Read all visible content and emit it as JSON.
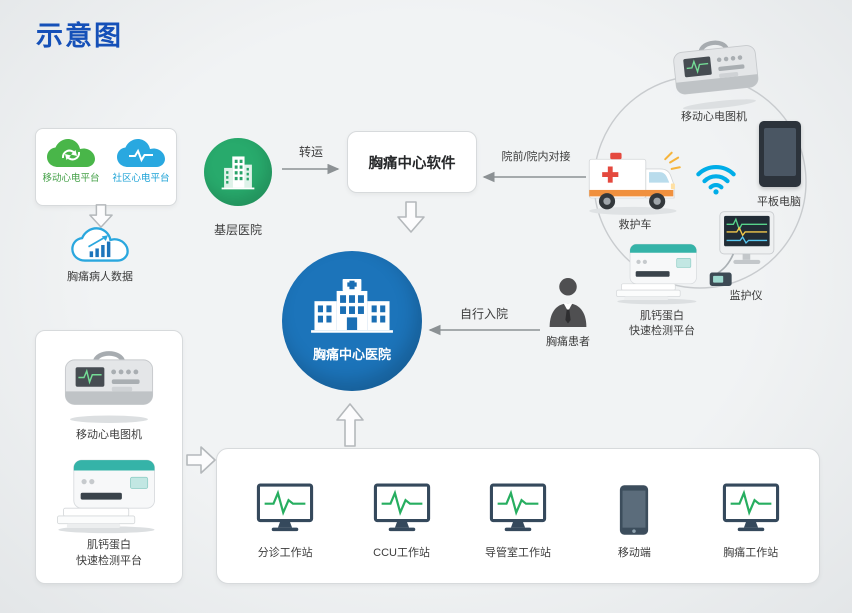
{
  "title": "示意图",
  "platforms": {
    "mobile_ecg": "移动心电平台",
    "community_ecg": "社区心电平台"
  },
  "patient_data": "胸痛病人数据",
  "primary_hospital": "基层医院",
  "transfer": "转运",
  "software": "胸痛中心软件",
  "docking": "院前/院内对接",
  "ambulance": "救护车",
  "mobile_ecg_device": "移动心电图机",
  "tablet": "平板电脑",
  "monitor": "监护仪",
  "troponin": {
    "line1": "肌钙蛋白",
    "line2": "快速检测平台"
  },
  "center_hospital": "胸痛中心医院",
  "self_admission": "自行入院",
  "patient": "胸痛患者",
  "left_panel": {
    "ecg": "移动心电图机",
    "troponin1": "肌钙蛋白",
    "troponin2": "快速检测平台"
  },
  "workstations": [
    {
      "label": "分诊工作站"
    },
    {
      "label": "CCU工作站"
    },
    {
      "label": "导管室工作站"
    },
    {
      "label": "移动端"
    },
    {
      "label": "胸痛工作站"
    }
  ],
  "colors": {
    "accent_blue": "#1550b8",
    "circle_green": "#28aa6c",
    "circle_blue": "#1c74ba",
    "wifi_teal": "#00ade8"
  }
}
